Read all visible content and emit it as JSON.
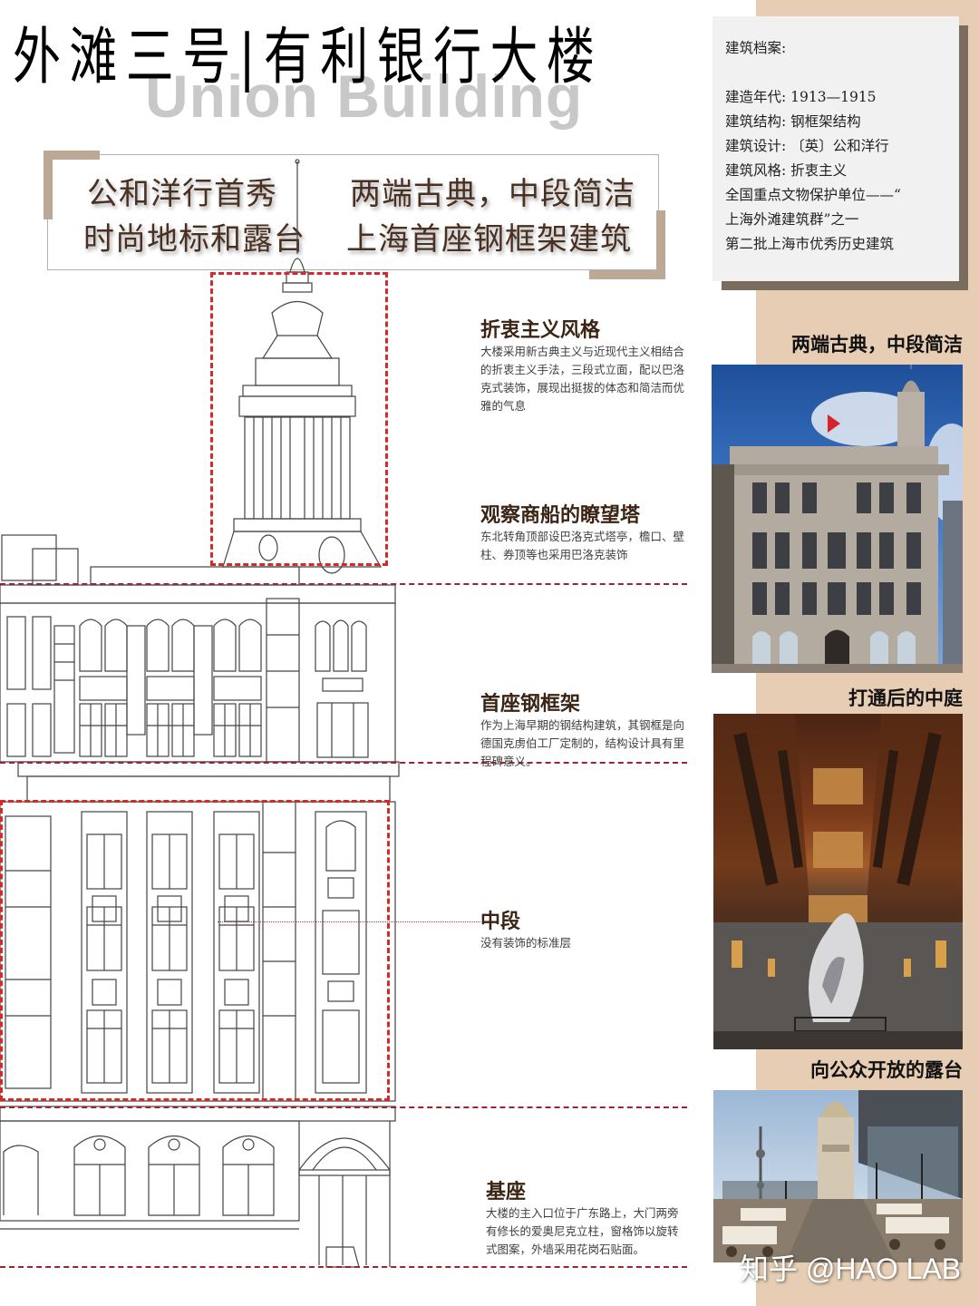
{
  "header": {
    "title": "外滩三号|有利银行大楼",
    "subtitle_en": "Union Building"
  },
  "profile": {
    "title": "建筑档案:",
    "lines": [
      "建造年代: 1913—1915",
      "建筑结构: 钢框架结构",
      "建筑设计: 〔英〕公和洋行",
      "建筑风格: 折衷主义",
      "全国重点文物保护单位——“",
      "上海外滩建筑群”之一",
      "第二批上海市优秀历史建筑"
    ]
  },
  "slogans": {
    "left_line1": "公和洋行首秀",
    "left_line2": "时尚地标和露台",
    "right_line1": "两端古典，中段简洁",
    "right_line2": "上海首座钢框架建筑"
  },
  "annotations": [
    {
      "title": "折衷主义风格",
      "body": "大楼采用新古典主义与近现代主义相结合的折衷主义手法，三段式立面，配以巴洛克式装饰，展现出挺拔的体态和简洁而优雅的气息"
    },
    {
      "title": "观察商船的瞭望塔",
      "body": "东北转角顶部设巴洛克式塔亭，檐口、壁柱、券顶等也采用巴洛克装饰"
    },
    {
      "title": "首座钢框架",
      "body": "作为上海早期的钢结构建筑，其钢框是向德国克虏伯工厂定制的，结构设计具有里程碑意义。"
    },
    {
      "title": "中段",
      "body": "没有装饰的标准层"
    },
    {
      "title": "基座",
      "body": "大楼的主入口位于广东路上，大门两旁有修长的爱奥尼克立柱，窗格饰以旋转式图案，外墙采用花岗石贴面。"
    }
  ],
  "photos": [
    {
      "caption": "两端古典，中段简洁",
      "subject": "building-facade-photo"
    },
    {
      "caption": "打通后的中庭",
      "subject": "atrium-photo"
    },
    {
      "caption": "向公众开放的露台",
      "subject": "rooftop-terrace-photo"
    }
  ],
  "watermark": "知乎 @HAO LAB",
  "colors": {
    "beige": "#e6cdb3",
    "accent_brown": "#bba995",
    "guide_red": "#9b2334",
    "box_red": "#d42a2a",
    "title_text": "#3b2414"
  }
}
